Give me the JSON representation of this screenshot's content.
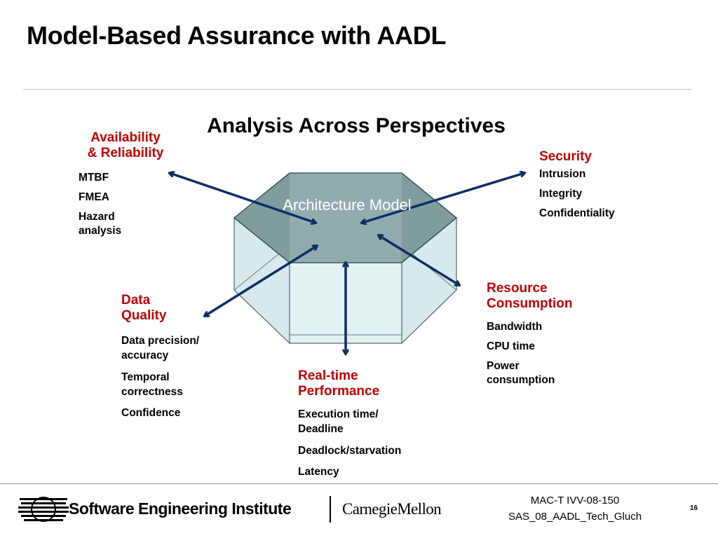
{
  "slide": {
    "title": "Model-Based Assurance with AADL",
    "subtitle": "Analysis Across Perspectives",
    "center_label": "Architecture Model"
  },
  "perspectives": {
    "availability": {
      "heading_1": "Availability",
      "heading_2": "& Reliability",
      "items": [
        "MTBF",
        "FMEA",
        "Hazard",
        "analysis"
      ]
    },
    "security": {
      "heading": "Security",
      "items": [
        "Intrusion",
        "Integrity",
        "Confidentiality"
      ]
    },
    "data_quality": {
      "heading_1": "Data",
      "heading_2": "Quality",
      "items": [
        "Data precision/",
        "accuracy",
        "Temporal",
        "correctness",
        "Confidence"
      ]
    },
    "resource": {
      "heading_1": "Resource",
      "heading_2": "Consumption",
      "items": [
        "Bandwidth",
        "CPU time",
        "Power",
        "consumption"
      ]
    },
    "realtime": {
      "heading_1": "Real-time",
      "heading_2": "Performance",
      "items": [
        "Execution time/",
        "Deadline",
        "Deadlock/starvation",
        "Latency"
      ]
    }
  },
  "footer": {
    "org": "Software Engineering Institute",
    "university": "CarnegieMellon",
    "ref_1": "MAC-T IVV-08-150",
    "ref_2": "SAS_08_AADL_Tech_Gluch",
    "page": "16"
  },
  "colors": {
    "heading_red": "#c00000",
    "arrow_blue": "#0d2f66",
    "prism_top": "#7f9d9d",
    "prism_side": "#d2e6ea"
  }
}
